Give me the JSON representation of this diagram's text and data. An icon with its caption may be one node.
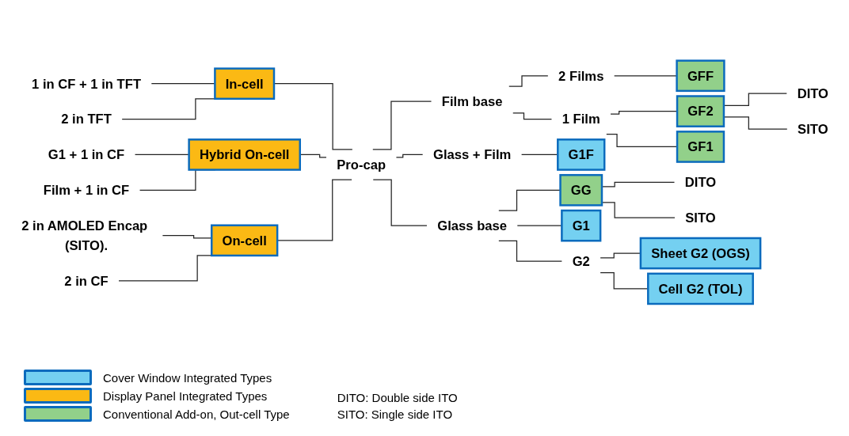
{
  "diagram": {
    "nodes": [
      {
        "text": [
          "1 in CF + 1 in TFT"
        ]
      },
      {
        "text": [
          "2 in TFT"
        ]
      },
      {
        "text": [
          "In-cell"
        ]
      },
      {
        "text": [
          "G1 + 1 in CF"
        ]
      },
      {
        "text": [
          "Film + 1 in CF"
        ]
      },
      {
        "text": [
          "Hybrid On-cell"
        ]
      },
      {
        "text": [
          "2 in AMOLED Encap (SITO)."
        ]
      },
      {
        "text": [
          "2 in CF"
        ]
      },
      {
        "text": [
          "On-cell"
        ]
      },
      {
        "text": [
          "Pro-cap"
        ]
      },
      {
        "text": [
          "Film base"
        ]
      },
      {
        "text": [
          "2 Films"
        ]
      },
      {
        "text": [
          "GFF"
        ]
      },
      {
        "text": [
          "1 Film"
        ]
      },
      {
        "text": [
          "GF2"
        ]
      },
      {
        "text": [
          "DITO"
        ]
      },
      {
        "text": [
          "SITO"
        ]
      },
      {
        "text": [
          "GF1"
        ]
      },
      {
        "text": [
          "Glass + Film"
        ]
      },
      {
        "text": [
          "G1F"
        ]
      },
      {
        "text": [
          "Glass base"
        ]
      },
      {
        "text": [
          "GG"
        ]
      },
      {
        "text": [
          "DITO"
        ]
      },
      {
        "text": [
          "SITO"
        ]
      },
      {
        "text": [
          "G1"
        ]
      },
      {
        "text": [
          "G2"
        ]
      },
      {
        "text": [
          "Sheet G2 (OGS)"
        ]
      },
      {
        "text": [
          "Cell G2 (TOL)"
        ]
      }
    ],
    "edges": [
      {
        "from": 0,
        "to": 2,
        "arrow": "none"
      },
      {
        "from": 1,
        "to": 2,
        "arrow": "none"
      },
      {
        "from": 3,
        "to": 5,
        "arrow": "none"
      },
      {
        "from": 4,
        "to": 5,
        "arrow": "none"
      },
      {
        "from": 6,
        "to": 8,
        "arrow": "none"
      },
      {
        "from": 7,
        "to": 8,
        "arrow": "none"
      },
      {
        "from": 2,
        "to": 9,
        "arrow": "none"
      },
      {
        "from": 5,
        "to": 9,
        "arrow": "none"
      },
      {
        "from": 8,
        "to": 9,
        "arrow": "none"
      },
      {
        "from": 9,
        "to": 10,
        "arrow": "none"
      },
      {
        "from": 9,
        "to": 18,
        "arrow": "none"
      },
      {
        "from": 9,
        "to": 20,
        "arrow": "none"
      },
      {
        "from": 10,
        "to": 11,
        "arrow": "none"
      },
      {
        "from": 10,
        "to": 13,
        "arrow": "none"
      },
      {
        "from": 11,
        "to": 12,
        "arrow": "none"
      },
      {
        "from": 13,
        "to": 14,
        "arrow": "none"
      },
      {
        "from": 13,
        "to": 17,
        "arrow": "none"
      },
      {
        "from": 14,
        "to": 15,
        "arrow": "none"
      },
      {
        "from": 14,
        "to": 16,
        "arrow": "none"
      },
      {
        "from": 18,
        "to": 19,
        "arrow": "none"
      },
      {
        "from": 20,
        "to": 21,
        "arrow": "none"
      },
      {
        "from": 20,
        "to": 24,
        "arrow": "none"
      },
      {
        "from": 20,
        "to": 25,
        "arrow": "none"
      },
      {
        "from": 21,
        "to": 22,
        "arrow": "none"
      },
      {
        "from": 21,
        "to": 23,
        "arrow": "none"
      },
      {
        "from": 25,
        "to": 26,
        "arrow": "none"
      },
      {
        "from": 25,
        "to": 27,
        "arrow": "none"
      }
    ],
    "labels": [
      "DITO: Double side ITO",
      "SITO: Single side ITO"
    ],
    "legend": [
      {
        "text": "Cover Window Integrated Types",
        "color": "#74d0f1"
      },
      {
        "text": "Display Panel Integrated Types",
        "color": "#fbb914"
      },
      {
        "text": "Conventional Add-on, Out-cell Type",
        "color": "#92d08a"
      }
    ]
  }
}
